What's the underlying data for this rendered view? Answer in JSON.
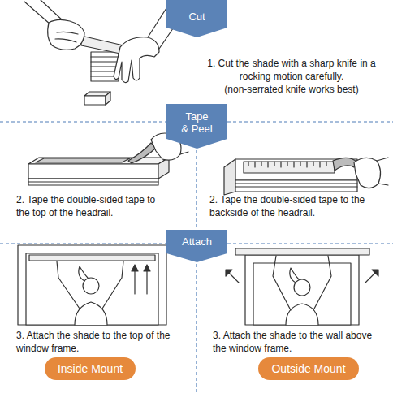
{
  "diagram": {
    "nodes": [
      {
        "text": [
          "Cut"
        ]
      },
      {
        "text": [
          "Tape & Peel"
        ]
      },
      {
        "text": [
          "Attach"
        ]
      },
      {
        "text": [
          "Inside Mount"
        ]
      },
      {
        "text": [
          "Outside Mount"
        ]
      }
    ],
    "labels": [
      "1. Cut the shade with a sharp knife in a rocking motion carefully.",
      "(non-serrated knife works best)",
      "2. Tape the double-sided tape to the top of the headrail.",
      "2. Tape the double-sided tape to the backside of the headrail.",
      "3. Attach the shade to the top of the window frame.",
      "3. Attach the shade to the wall above the window frame."
    ]
  }
}
